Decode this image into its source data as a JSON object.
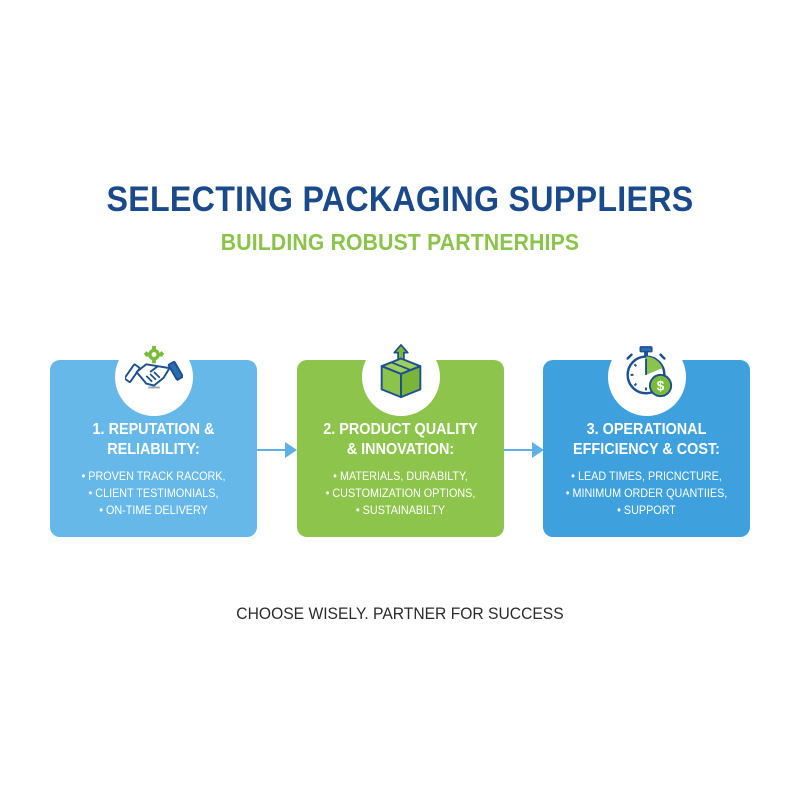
{
  "header": {
    "title": "SELECTING PACKAGING SUPPLIERS",
    "subtitle": "BUILDING ROBUST PARTNERHIPS"
  },
  "colors": {
    "title": "#1a4a8a",
    "subtitle": "#8cc34a",
    "card1": "#66b8e8",
    "card2": "#8dc44b",
    "card3": "#3ea0dd",
    "arrow": "#5fb0e4",
    "tagline": "#2a2a2a"
  },
  "cards": [
    {
      "icon": "handshake-gear-icon",
      "title_lines": [
        "1. REPUTATION &",
        "RELIABILITY:"
      ],
      "bullets": [
        "PROVEN TRACK RACORK,",
        "CLIENT TESTIMONIALS,",
        "ON-TIME DELIVERY"
      ]
    },
    {
      "icon": "box-upload-icon",
      "title_lines": [
        "2. PRODUCT QUALITY",
        "& INNOVATION:"
      ],
      "bullets": [
        "MATERIALS, DURABILTY,",
        "CUSTOMIZATION OPTIONS,",
        "SUSTAINABILTY"
      ]
    },
    {
      "icon": "stopwatch-dollar-icon",
      "title_lines": [
        "3. OPERATIONAL",
        "EFFICIENCY & COST:"
      ],
      "bullets": [
        "LEAD TIMES, PRICNCTURE,",
        "MINIMUM ORDER QUANTIIES,",
        "SUPPORT"
      ]
    }
  ],
  "footer": {
    "tagline": "CHOOSE WISELY. PARTNER FOR SUCCESS"
  }
}
